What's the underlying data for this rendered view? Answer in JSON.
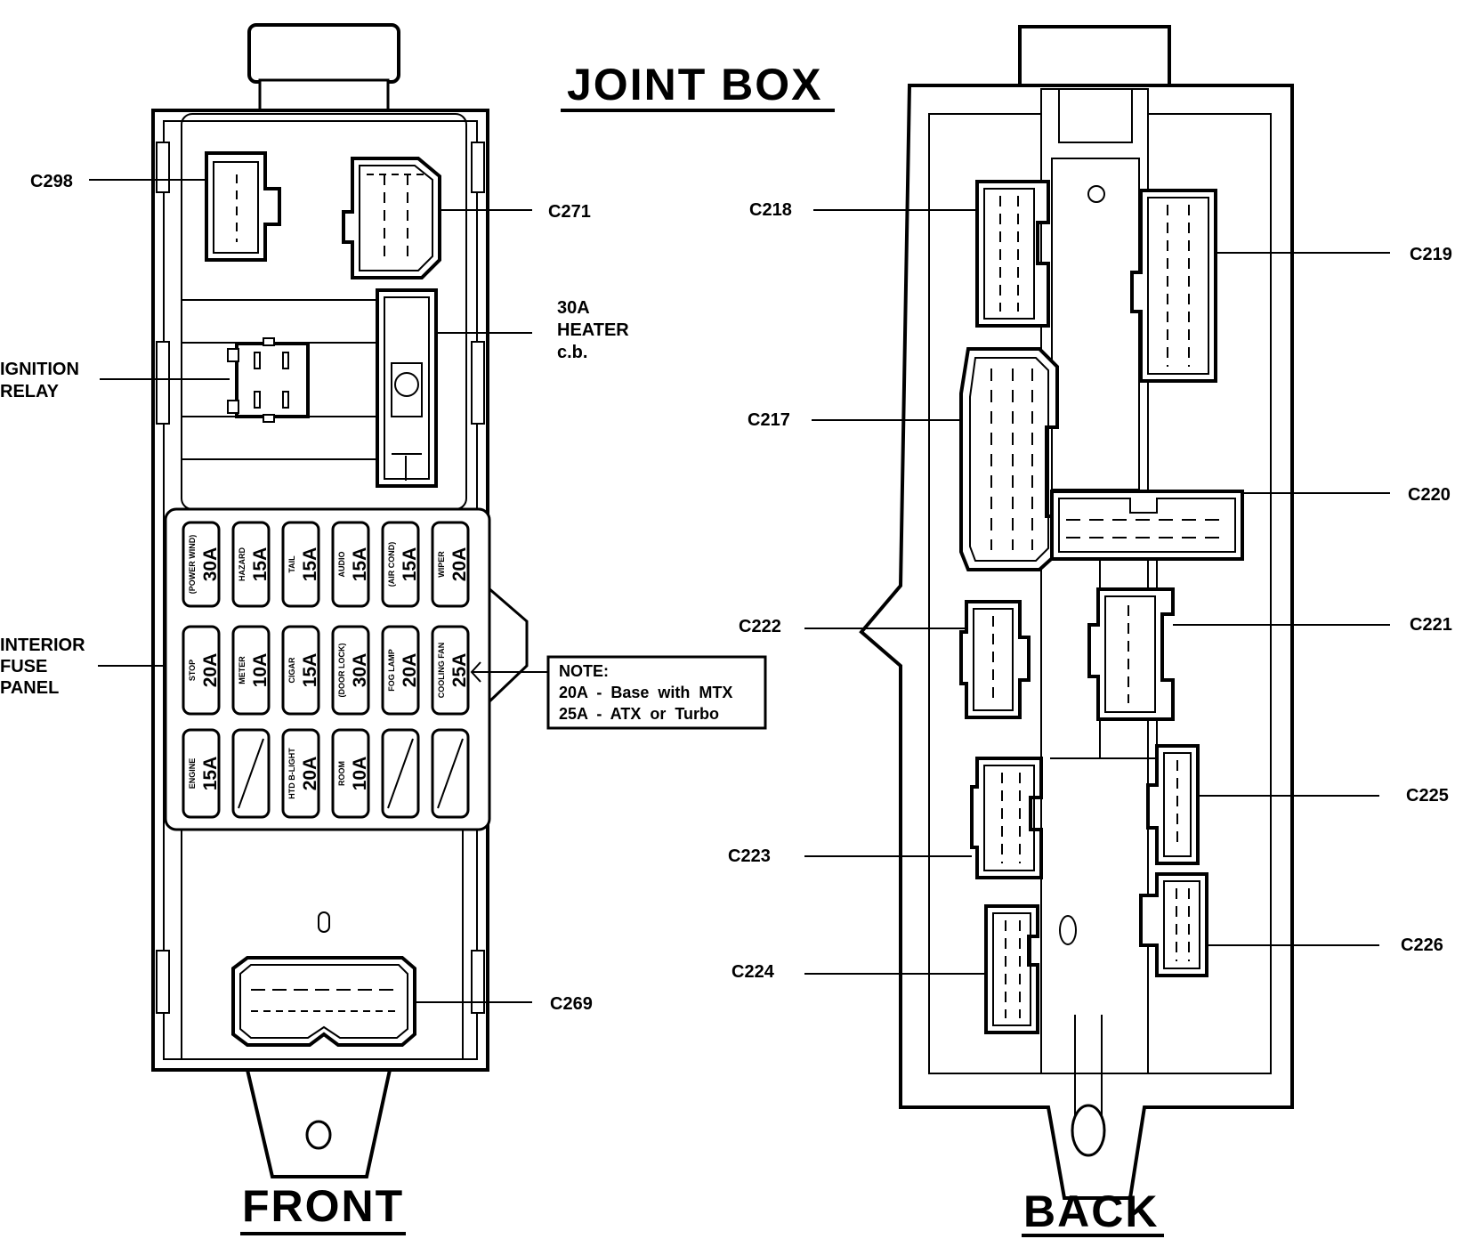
{
  "title": "JOINT BOX",
  "front_view": {
    "caption": "FRONT",
    "callouts": {
      "c298": "C298",
      "c271": "C271",
      "heater_line1": "30A",
      "heater_line2": "HEATER",
      "heater_line3": "c.b.",
      "ignition_line1": "IGNITION",
      "ignition_line2": "RELAY",
      "fuse_panel_line1": "INTERIOR",
      "fuse_panel_line2": "FUSE",
      "fuse_panel_line3": "PANEL",
      "c269": "C269"
    },
    "fuses": {
      "r0c0_name": "(POWER WIND)",
      "r0c0_amp": "30A",
      "r0c1_name": "HAZARD",
      "r0c1_amp": "15A",
      "r0c2_name": "TAIL",
      "r0c2_amp": "15A",
      "r0c3_name": "AUDIO",
      "r0c3_amp": "15A",
      "r0c4_name": "(AIR COND)",
      "r0c4_amp": "15A",
      "r0c5_name": "WIPER",
      "r0c5_amp": "20A",
      "r1c0_name": "STOP",
      "r1c0_amp": "20A",
      "r1c1_name": "METER",
      "r1c1_amp": "10A",
      "r1c2_name": "CIGAR",
      "r1c2_amp": "15A",
      "r1c3_name": "(DOOR LOCK)",
      "r1c3_amp": "30A",
      "r1c4_name": "FOG LAMP",
      "r1c4_amp": "20A",
      "r1c5_name": "COOLING FAN",
      "r1c5_amp": "25A",
      "r2c0_name": "ENGINE",
      "r2c0_amp": "15A",
      "r2c2_name": "HTD B-LIGHT",
      "r2c2_amp": "20A",
      "r2c3_name": "ROOM",
      "r2c3_amp": "10A"
    }
  },
  "note": {
    "heading": "NOTE:",
    "line1": "20A  -  Base  with  MTX",
    "line2": "25A  -  ATX  or  Turbo"
  },
  "back_view": {
    "caption": "BACK",
    "callouts": {
      "c218": "C218",
      "c219": "C219",
      "c217": "C217",
      "c220": "C220",
      "c222": "C222",
      "c221": "C221",
      "c225": "C225",
      "c223": "C223",
      "c224": "C224",
      "c226": "C226"
    }
  }
}
